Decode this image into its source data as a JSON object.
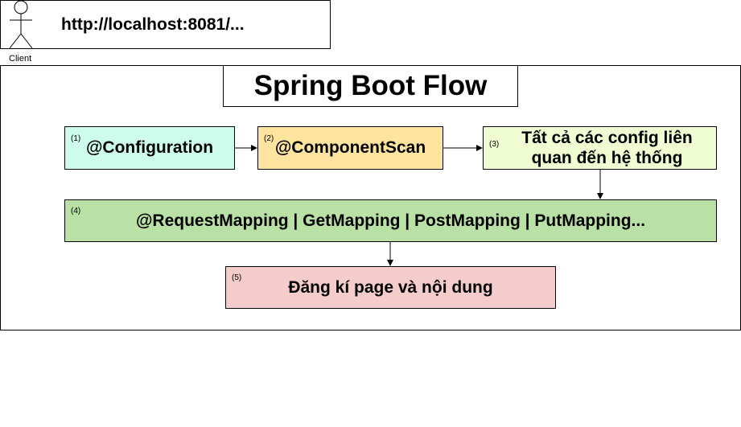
{
  "client": {
    "url": "http://localhost:8081/...",
    "label": "Client"
  },
  "title": "Spring Boot Flow",
  "nodes": [
    {
      "num": "(1)",
      "text": "@Configuration",
      "color": "#cefcec"
    },
    {
      "num": "(2)",
      "text": "@ComponentScan",
      "color": "#fee49e"
    },
    {
      "num": "(3)",
      "line1": "Tất cả các config liên",
      "line2": "quan đến hệ thống",
      "color": "#f0fdd2"
    },
    {
      "num": "(4)",
      "text": "@RequestMapping | GetMapping | PostMapping | PutMapping...",
      "color": "#b9e0a5"
    },
    {
      "num": "(5)",
      "text": "Đăng kí page và nội dung",
      "color": "#f5cccc"
    }
  ]
}
